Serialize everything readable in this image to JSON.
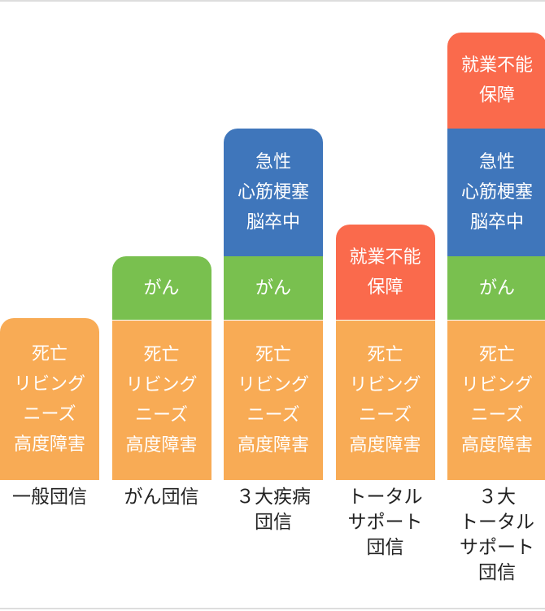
{
  "chart_data": {
    "type": "bar",
    "stacked": true,
    "grid": false,
    "legend": "none",
    "categories": [
      [
        "一般団信"
      ],
      [
        "がん団信"
      ],
      [
        "３大疾病",
        "団信"
      ],
      [
        "トータル",
        "サポート",
        "団信"
      ],
      [
        "３大",
        "トータル",
        "サポート",
        "団信"
      ]
    ],
    "series": [
      {
        "lines": [
          "死亡",
          "リビング",
          "ニーズ",
          "高度障害"
        ],
        "color": "#f8ab55",
        "values": [
          5,
          5,
          5,
          5,
          5
        ]
      },
      {
        "lines": [
          "がん"
        ],
        "color": "#79c04f",
        "values": [
          0,
          2,
          2,
          0,
          2
        ]
      },
      {
        "lines": [
          "急性",
          "心筋梗塞",
          "脳卒中"
        ],
        "color": "#3f76bb",
        "values": [
          0,
          0,
          4,
          0,
          4
        ]
      },
      {
        "lines": [
          "就業不能",
          "保障"
        ],
        "color": "#fa6a4c",
        "values": [
          0,
          0,
          0,
          3,
          3
        ]
      }
    ],
    "ylim": [
      0,
      14
    ],
    "first_series_extra": 0.35
  }
}
